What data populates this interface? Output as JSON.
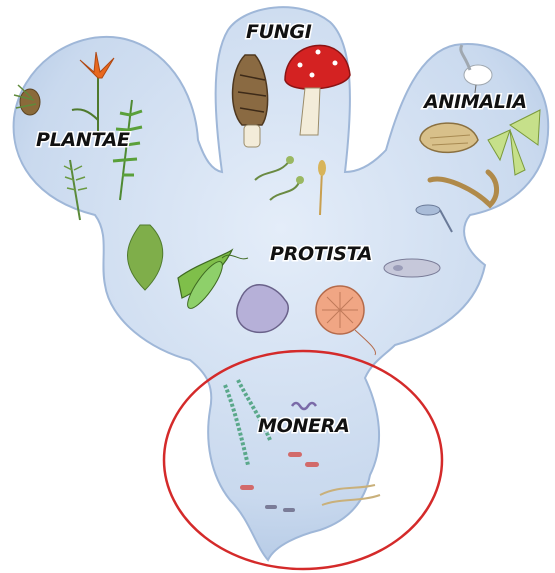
{
  "diagram": {
    "kingdoms": [
      {
        "id": "plantae",
        "label": "PLANTAE"
      },
      {
        "id": "fungi",
        "label": "FUNGI"
      },
      {
        "id": "animalia",
        "label": "ANIMALIA"
      },
      {
        "id": "protista",
        "label": "PROTISTA"
      },
      {
        "id": "monera",
        "label": "MONERA"
      }
    ],
    "highlight": {
      "target": "monera",
      "color": "#d42a2a"
    },
    "colors": {
      "body_fill": "#c9d9ee",
      "body_edge": "#9fb7d8",
      "accent_red": "#d42a2a"
    },
    "icons": [
      "lily-flower-icon",
      "pine-cone-icon",
      "fern-icon",
      "horsetail-icon",
      "morel-mushroom-icon",
      "amanita-mushroom-icon",
      "mold-icon",
      "egret-bird-icon",
      "clam-shell-icon",
      "moth-icon",
      "earthworm-icon",
      "fish-larva-icon",
      "green-alga-icon",
      "euglena-icon",
      "amoeba-icon",
      "diatom-icon",
      "paramecium-icon",
      "kelp-icon",
      "cyanobacteria-filament-icon",
      "bacilli-icon",
      "spirillum-icon",
      "cocci-icon"
    ]
  }
}
